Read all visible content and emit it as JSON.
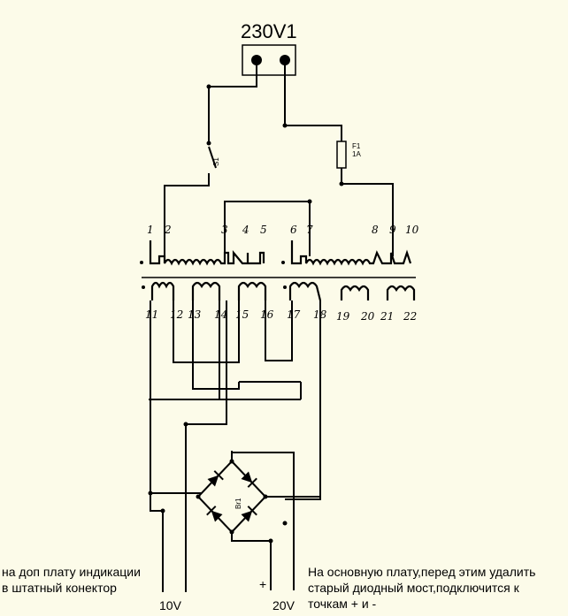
{
  "connector": {
    "label": "230V1"
  },
  "switch": {
    "label": "S1"
  },
  "fuse": {
    "label": "F1",
    "rating": "1A"
  },
  "bridge": {
    "label": "Br1"
  },
  "primary_pins": [
    "1",
    "2",
    "3",
    "4",
    "5",
    "6",
    "7",
    "8",
    "9",
    "10"
  ],
  "secondary_pins": [
    "11",
    "12",
    "13",
    "14",
    "15",
    "16",
    "17",
    "18",
    "19",
    "20",
    "21",
    "22"
  ],
  "outputs": {
    "left_voltage": "10V",
    "right_voltage": "20V",
    "plus_sign": "+"
  },
  "notes": {
    "left": "на доп плату индикации\nв штатный конектор",
    "right": "На основную плату,перед этим удалить\nстарый диодный мост,подключится к\nточкам + и -"
  }
}
